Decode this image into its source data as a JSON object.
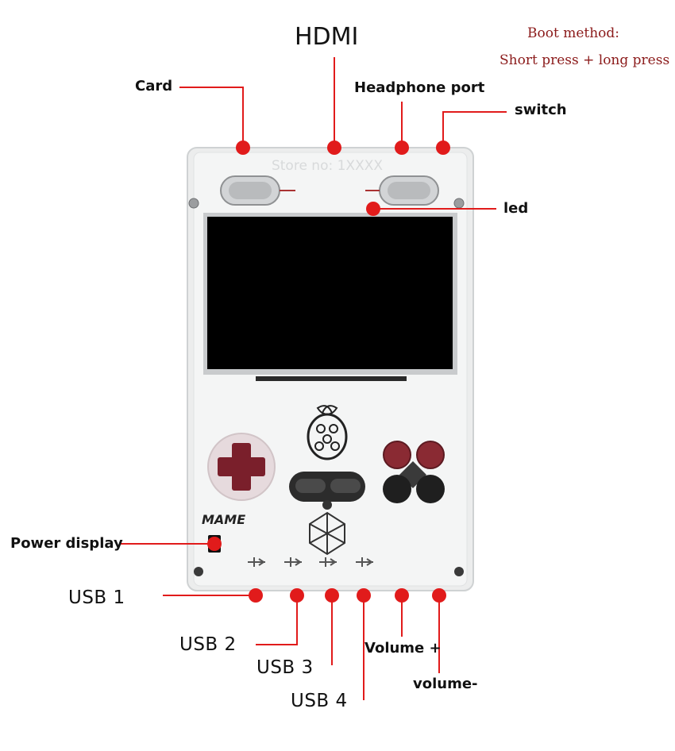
{
  "device": {
    "watermark": "Store no: 1XXXX",
    "logo_text": "MAME"
  },
  "boot": {
    "title": "Boot method:",
    "sequence": "Short press + long press"
  },
  "labels": {
    "hdmi": "HDMI",
    "card": "Card",
    "headphone": "Headphone port",
    "switch": "switch",
    "led": "led",
    "power_display": "Power display",
    "usb1": "USB   1",
    "usb2": "USB   2",
    "usb3": "USB   3",
    "usb4": "USB   4",
    "volume_plus": "Volume +",
    "volume_minus": "volume-"
  },
  "colors": {
    "callout": "#e11b1b",
    "boot_text": "#8b1a1a",
    "screen": "#000000",
    "dpad": "#7a1f2b"
  }
}
